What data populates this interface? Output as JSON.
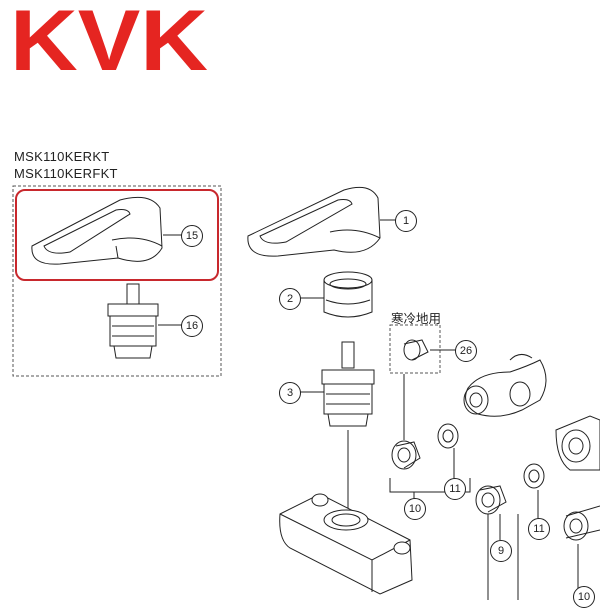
{
  "brand": {
    "logo_text": "KVK",
    "logo_color": "#e52521"
  },
  "models": [
    "MSK110KERKT",
    "MSK110KERFKT"
  ],
  "cold_region_label": "寒冷地用",
  "highlight_color": "#c8282d",
  "callouts": [
    "1",
    "2",
    "3",
    "9",
    "10",
    "11",
    "11",
    "15",
    "16",
    "26",
    "10"
  ]
}
